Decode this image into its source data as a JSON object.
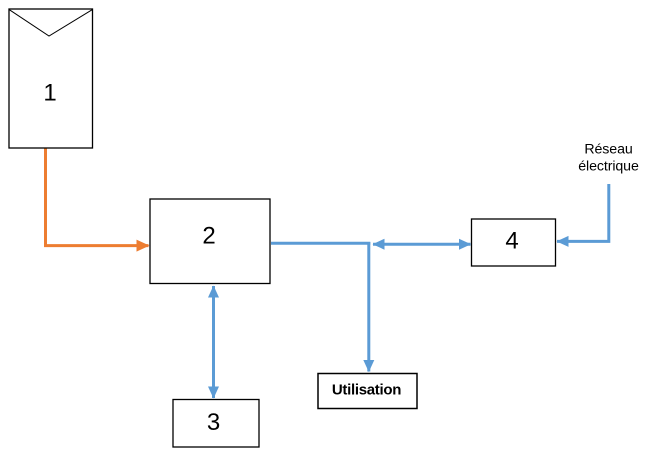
{
  "diagram": {
    "type": "block-diagram",
    "description": "Schema of a photovoltaic installation connected to the electrical grid",
    "nodes": {
      "panel": {
        "label": "1"
      },
      "inverter": {
        "label": "2"
      },
      "battery": {
        "label": "3"
      },
      "grid_box": {
        "label": "4"
      },
      "utilisation": {
        "label": "Utilisation"
      },
      "grid_text": {
        "line1": "Réseau",
        "line2": "électrique"
      }
    },
    "edges": [
      {
        "from": "panel",
        "to": "inverter",
        "color_key": "flow_orange",
        "arrows": "end"
      },
      {
        "from": "inverter",
        "to": "junction",
        "color_key": "flow_blue",
        "arrows": "none"
      },
      {
        "from": "junction",
        "to": "utilisation",
        "color_key": "flow_blue",
        "arrows": "end"
      },
      {
        "from": "junction",
        "to": "grid_box",
        "color_key": "flow_blue",
        "arrows": "both"
      },
      {
        "from": "inverter",
        "to": "battery",
        "color_key": "flow_blue",
        "arrows": "both"
      },
      {
        "from": "grid_text",
        "to": "grid_box",
        "color_key": "flow_blue",
        "arrows": "end"
      }
    ]
  },
  "colors": {
    "flow_orange": "#ED7D31",
    "flow_blue": "#5B9BD5",
    "box_border": "#000000",
    "text": "#000000",
    "background": "#ffffff"
  }
}
